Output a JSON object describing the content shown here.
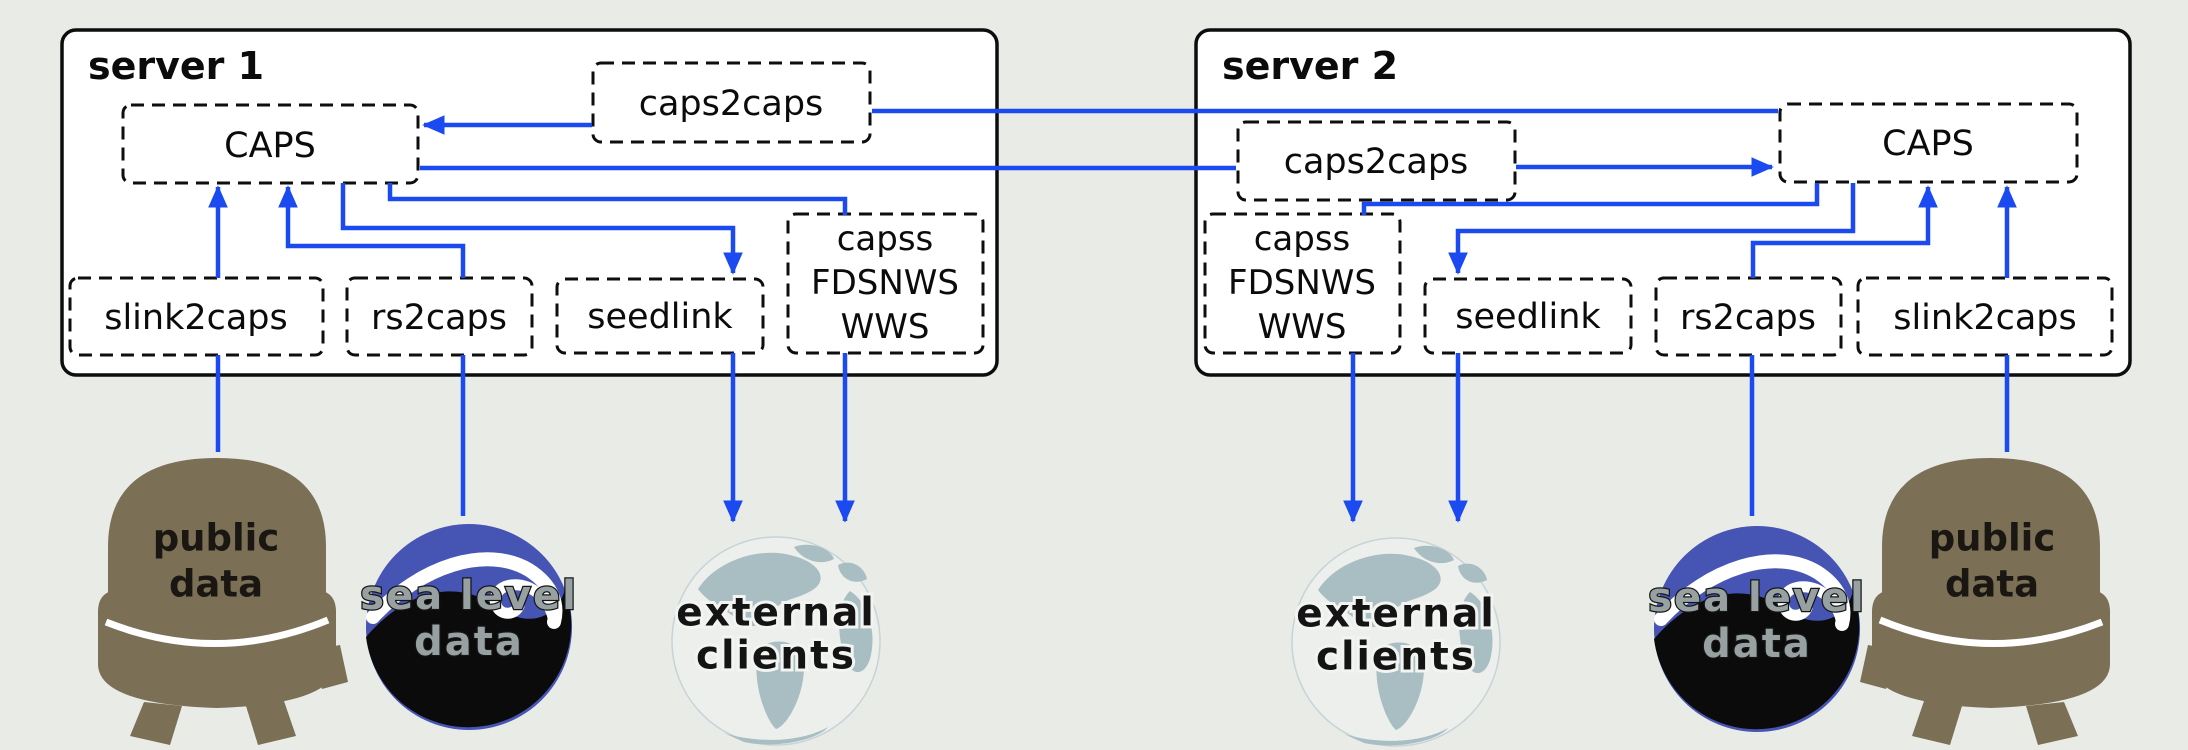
{
  "colors": {
    "background": "#e9ebe7",
    "box_fill": "#ffffff",
    "box_border": "#0d0d0d",
    "arrow_blue": "#1b4af0",
    "seismometer_brown": "#7b6f56",
    "sea_logo_blue": "#4654b4",
    "sea_logo_black": "#0b0b0b",
    "globe_land": "#a9bec3"
  },
  "server1": {
    "title": "server 1",
    "boxes": {
      "caps": "CAPS",
      "caps2caps": "caps2caps",
      "slink2caps": "slink2caps",
      "rs2caps": "rs2caps",
      "seedlink": "seedlink",
      "capss_line1": "capss",
      "capss_line2": "FDSNWS",
      "capss_line3": "WWS"
    }
  },
  "server2": {
    "title": "server 2",
    "boxes": {
      "caps": "CAPS",
      "caps2caps": "caps2caps",
      "slink2caps": "slink2caps",
      "rs2caps": "rs2caps",
      "seedlink": "seedlink",
      "capss_line1": "capss",
      "capss_line2": "FDSNWS",
      "capss_line3": "WWS"
    }
  },
  "icons": {
    "public_data": {
      "line1": "public",
      "line2": "data"
    },
    "sea_level": {
      "line1": "sea level",
      "line2": "data"
    },
    "external_clients": {
      "line1": "external",
      "line2": "clients"
    }
  }
}
